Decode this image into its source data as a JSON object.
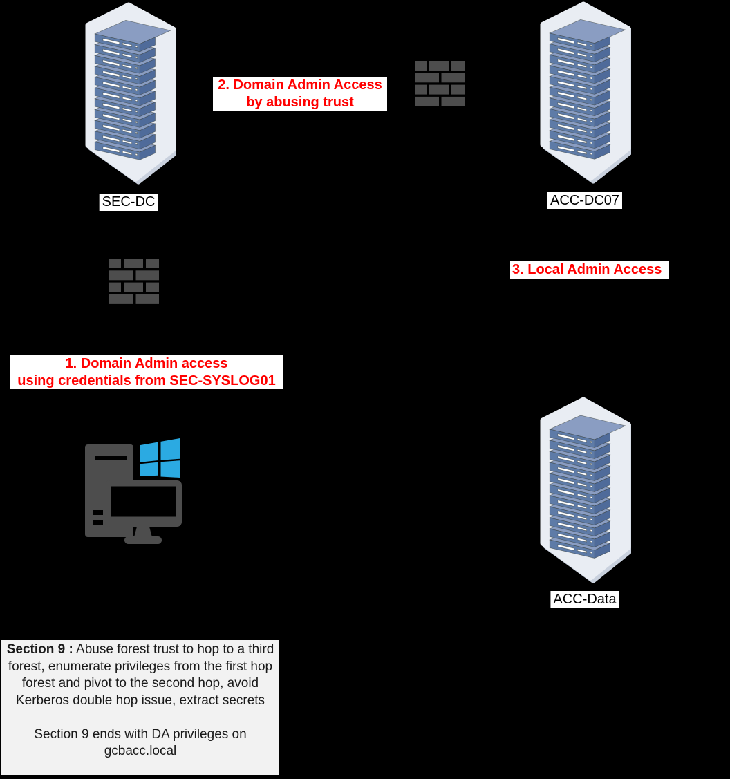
{
  "colors": {
    "background": "#000000",
    "label_bg": "#ffffff",
    "step_text": "#ff0000",
    "node_text": "#000000",
    "server_body": "#5e7ba7",
    "server_side": "#4f6b9a",
    "server_top": "#8a9dc2",
    "server_case": "#e9edf3",
    "case_shadow": "#c9d1de",
    "firewall": "#4d4d4d",
    "computer": "#4d4d4d",
    "windows_blue": "#2baae2",
    "note_bg": "#f2f2f2",
    "note_text": "#1a1a1a"
  },
  "nodes": {
    "sec_dc": {
      "label": "SEC-DC",
      "icon": "server-rack-icon"
    },
    "acc_dc07": {
      "label": "ACC-DC07",
      "icon": "server-rack-icon"
    },
    "acc_data": {
      "label": "ACC-Data",
      "icon": "server-rack-icon"
    },
    "workstation": {
      "icon": "windows-workstation-icon"
    }
  },
  "firewall": {
    "icon": "firewall-brick-wall-icon"
  },
  "steps": {
    "step1": {
      "line1": "1. Domain Admin access",
      "line2": "using credentials from SEC-SYSLOG01"
    },
    "step2": {
      "line1": "2. Domain Admin Access",
      "line2": "by abusing trust"
    },
    "step3": {
      "line1": "3. Local Admin Access"
    }
  },
  "note": {
    "heading": "Section 9 :",
    "body": " Abuse forest trust to hop to a third forest, enumerate privileges from the first hop forest and pivot to the second hop, avoid Kerberos double hop issue, extract secrets",
    "footer": "Section 9 ends with DA privileges on gcbacc.local"
  }
}
